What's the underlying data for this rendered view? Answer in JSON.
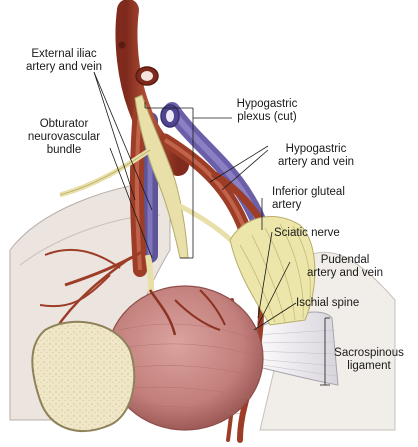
{
  "labels": {
    "external_iliac": "External iliac\nartery and vein",
    "obturator": "Obturator\nneurovascular\nbundle",
    "hypogastric_plexus": "Hypogastric\nplexus (cut)",
    "hypogastric_artery_vein": "Hypogastric\nartery and vein",
    "inferior_gluteal": "Inferior gluteal\nartery",
    "sciatic_nerve": "Sciatic nerve",
    "pudendal": "Pudendal\nartery and vein",
    "ischial_spine": "Ischial spine",
    "sacrospinous": "Sacrospinous\nligament"
  },
  "colors": {
    "artery": "#a8432c",
    "vein": "#6a5fa8",
    "nerve": "#e6dfa6",
    "bladder": "#c98a86",
    "bone": "#efe7c7",
    "ligament": "#eae6ea"
  }
}
